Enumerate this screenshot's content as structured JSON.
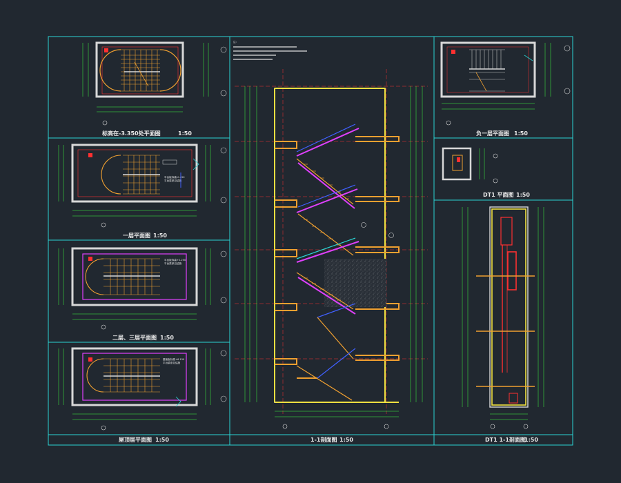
{
  "colors": {
    "background": "#212830",
    "frame": "#2ad4d4",
    "wall": "#d8d8d8",
    "stair": "#f0a030",
    "accent": "#e040ff",
    "blue": "#4060ff",
    "green": "#40ff40",
    "red": "#ff3030",
    "yellow": "#f0e040"
  },
  "panels": {
    "plan_top": {
      "title": "标高在-3.350处平面图",
      "scale": "1:50"
    },
    "plan_1": {
      "title": "一层平面图",
      "scale": "1:50"
    },
    "plan_2_3": {
      "title": "二层、三层平面图",
      "scale": "1:50"
    },
    "plan_roof": {
      "title": "屋顶层平面图",
      "scale": "1:50"
    },
    "section": {
      "title": "1-1剖面图",
      "scale": "1:50"
    },
    "plan_b1": {
      "title": "负一层平面图",
      "scale": "1:50"
    },
    "dt1_plan": {
      "title": "DT1 平面图",
      "scale": "1:50"
    },
    "dt1_section": {
      "title": "DT1 1-1剖面图",
      "scale": "1:50"
    }
  }
}
